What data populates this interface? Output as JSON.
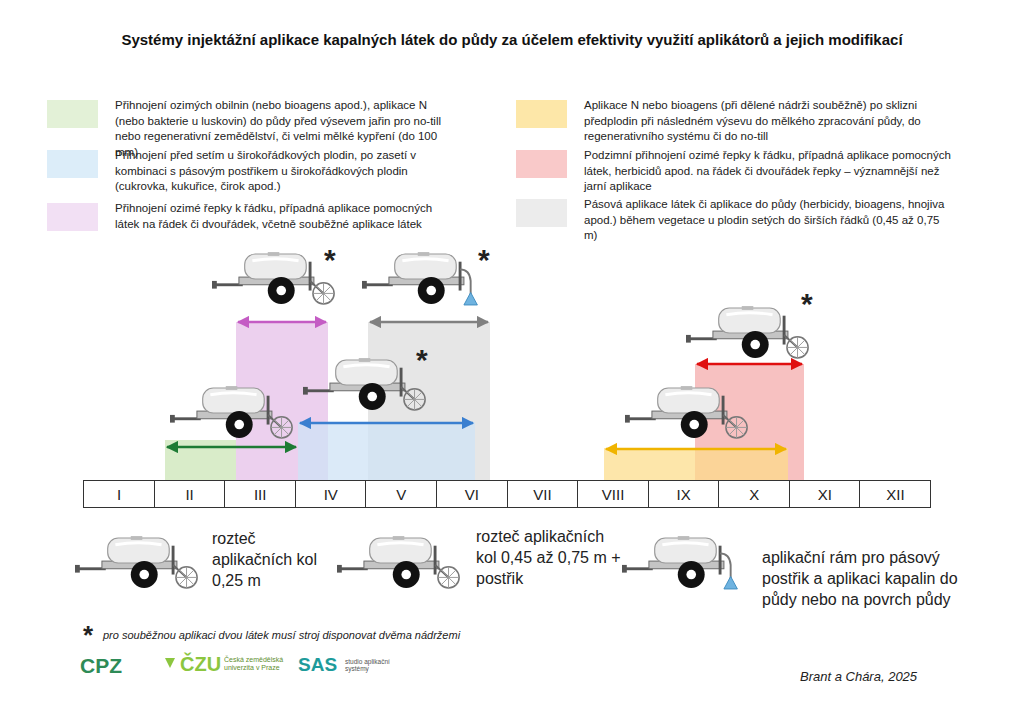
{
  "diagram": {
    "title": "Systémy injektážní aplikace kapalných látek do půdy za účelem efektivity využití aplikátorů a jejich modifikací",
    "nodes": [
      {
        "text": [
          "I"
        ]
      },
      {
        "text": [
          "II"
        ]
      },
      {
        "text": [
          "III"
        ]
      },
      {
        "text": [
          "IV"
        ]
      },
      {
        "text": [
          "V"
        ]
      },
      {
        "text": [
          "VI"
        ]
      },
      {
        "text": [
          "VII"
        ]
      },
      {
        "text": [
          "VIII"
        ]
      },
      {
        "text": [
          "IX"
        ]
      },
      {
        "text": [
          "X"
        ]
      },
      {
        "text": [
          "XI"
        ]
      },
      {
        "text": [
          "XII"
        ]
      }
    ],
    "labels": [
      "*",
      "*",
      "*",
      "*",
      "rozteč aplikačních kol 0,25 m",
      "rozteč aplikačních kol 0,45 až 0,75 m + postřik",
      "aplikační rám pro pásový postřik a aplikaci kapalin do půdy nebo na povrch půdy",
      "*",
      "pro souběžnou aplikaci dvou látek musí stroj disponovat dvěma nádržemi",
      "CPZ",
      "ČZU",
      "Česká zemědělská univerzita v Praze",
      "SAS",
      "studio aplikační systémy",
      "Brant a Chára, 2025"
    ],
    "legend": [
      {
        "text": "Přihnojení ozimých obilnin (nebo bioagens apod.), aplikace N (nebo bakterie u luskovin) do půdy před výsevem jařin pro no-till nebo regenerativní zemědělství, či velmi mělké kypření (do 100 mm)",
        "color": "#e3f1d7"
      },
      {
        "text": "Přihnojení před setím u širokořádkových plodin, po zasetí v kombinaci s pásovým postřikem u širokořádkových plodin (cukrovka, kukuřice, čirok apod.)",
        "color": "#dcedf9"
      },
      {
        "text": "Přihnojení ozimé řepky k řádku, případná aplikace pomocných látek na řádek či dvouřádek, včetně souběžné aplikace látek",
        "color": "#f2e0f4"
      },
      {
        "text": "Aplikace N nebo bioagens (při dělené nádrži souběžně) po sklizni předplodin při následném výsevu do mělkého zpracování půdy, do regenerativního systému či do no-till",
        "color": "#fde7a8"
      },
      {
        "text": "Podzimní přihnojení ozimé řepky k řádku, případná aplikace pomocných látek, herbicidů apod. na řádek či dvouřádek řepky – významnější než jarní aplikace",
        "color": "#f9c9c9"
      },
      {
        "text": "Pásová aplikace látek či aplikace do půdy (herbicidy, bioagens, hnojiva apod.) během vegetace u plodin setých do širších řádků (0,45 až 0,75 m)",
        "color": "#ececec"
      }
    ]
  }
}
